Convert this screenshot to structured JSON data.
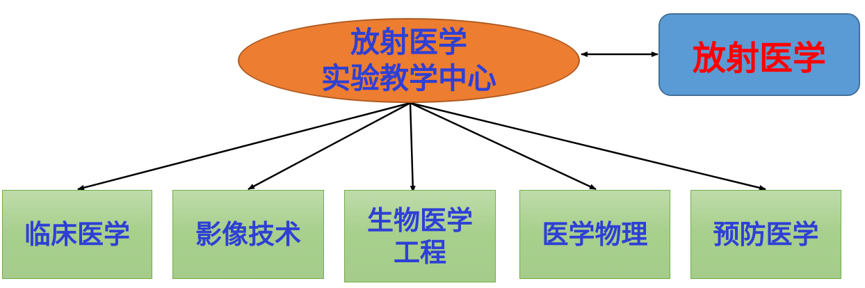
{
  "center": {
    "line1": "放射医学",
    "line2": "实验教学中心"
  },
  "related": {
    "label": "放射医学"
  },
  "disciplines": [
    {
      "lines": [
        "临床医学"
      ]
    },
    {
      "lines": [
        "影像技术"
      ]
    },
    {
      "lines": [
        "生物医学",
        "工程"
      ]
    },
    {
      "lines": [
        "医学物理"
      ]
    },
    {
      "lines": [
        "预防医学"
      ]
    }
  ],
  "colors": {
    "center_fill": "#ed7d31",
    "center_text": "#2e3fd6",
    "related_fill": "#5b9bd5",
    "related_text": "#ff0000",
    "discipline_fill": "#a9d18e",
    "discipline_text": "#2e3fd6",
    "connector": "#000000"
  }
}
